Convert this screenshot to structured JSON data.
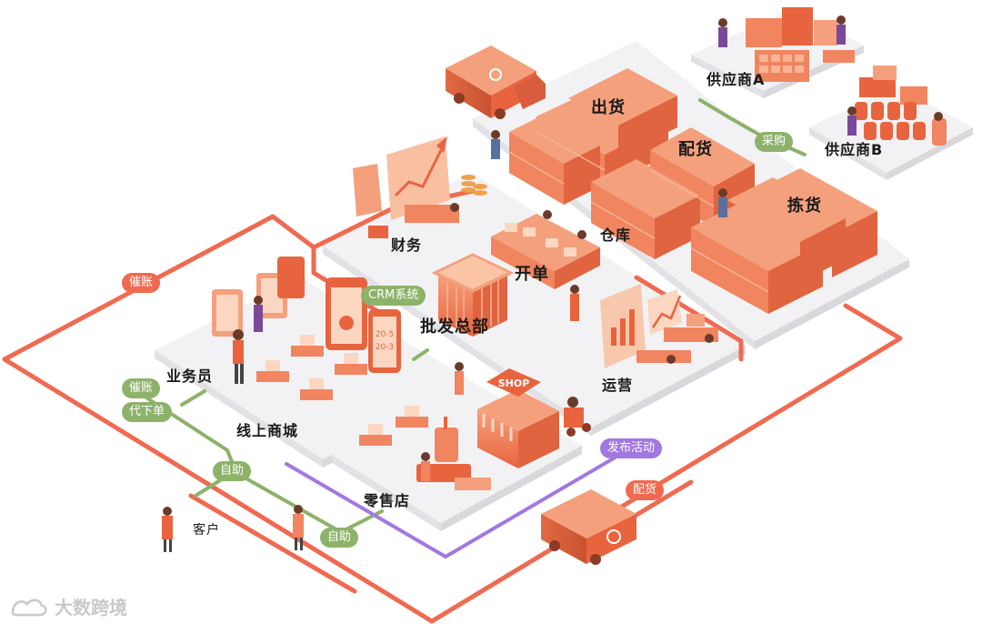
{
  "labels": {
    "supplier_a": "供应商A",
    "supplier_b": "供应商B",
    "purchase": "采购",
    "shipping": "出货",
    "distribution": "配货",
    "picking": "拣货",
    "warehouse": "仓库",
    "finance": "财务",
    "billing": "开单",
    "crm": "CRM系统",
    "headquarters": "批发总部",
    "operations": "运营",
    "collect_payment_top": "催账",
    "salesperson": "业务员",
    "collect_payment_left": "催账",
    "order_on_behalf": "代下单",
    "online_mall": "线上商城",
    "self_service_1": "自助",
    "self_service_2": "自助",
    "retail_store": "零售店",
    "publish_activity": "发布活动",
    "delivery": "配货",
    "customer": "客户",
    "watermark": "大数跨境",
    "billboard_line1": "20-5",
    "billboard_line2": "20-3",
    "store_sign": "SHOP"
  },
  "colors": {
    "flow_red": "#ef6a50",
    "flow_green": "#8db26a",
    "flow_purple": "#a278e0",
    "platform": "#f2f2f4",
    "building": "#f08560",
    "building_dark": "#d95d3c",
    "building_light": "#f8b495"
  }
}
